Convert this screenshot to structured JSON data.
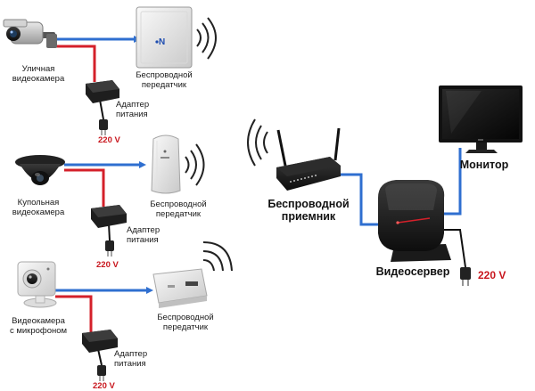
{
  "colors": {
    "signal_line": "#2f6fd0",
    "power_line": "#d4202a",
    "cable_black": "#111111",
    "voltage_text": "#c8161d"
  },
  "cameras": [
    {
      "label_line1": "Уличная",
      "label_line2": "видеокамера",
      "icon": "bullet-camera-icon"
    },
    {
      "label_line1": "Купольная",
      "label_line2": "видеокамера",
      "icon": "dome-camera-icon"
    },
    {
      "label_line1": "Видеокамера",
      "label_line2": "с микрофоном",
      "icon": "cube-camera-icon"
    }
  ],
  "transmitters": [
    {
      "label_line1": "Беспроводной",
      "label_line2": "передатчик",
      "icon": "panel-antenna-icon"
    },
    {
      "label_line1": "Беспроводной",
      "label_line2": "передатчик",
      "icon": "outdoor-bridge-icon"
    },
    {
      "label_line1": "Беспроводной",
      "label_line2": "передатчик",
      "icon": "wireless-adapter-icon"
    }
  ],
  "adapters": [
    {
      "label_line1": "Адаптер",
      "label_line2": "питания",
      "voltage": "220 V"
    },
    {
      "label_line1": "Адаптер",
      "label_line2": "питания",
      "voltage": "220 V"
    },
    {
      "label_line1": "Адаптер",
      "label_line2": "питания",
      "voltage": "220 V"
    }
  ],
  "receiver": {
    "label_line1": "Беспроводной",
    "label_line2": "приемник",
    "icon": "router-icon"
  },
  "monitor": {
    "label": "Монитор",
    "icon": "monitor-icon"
  },
  "server": {
    "label": "Видеосервер",
    "voltage": "220 V",
    "icon": "video-server-icon"
  }
}
